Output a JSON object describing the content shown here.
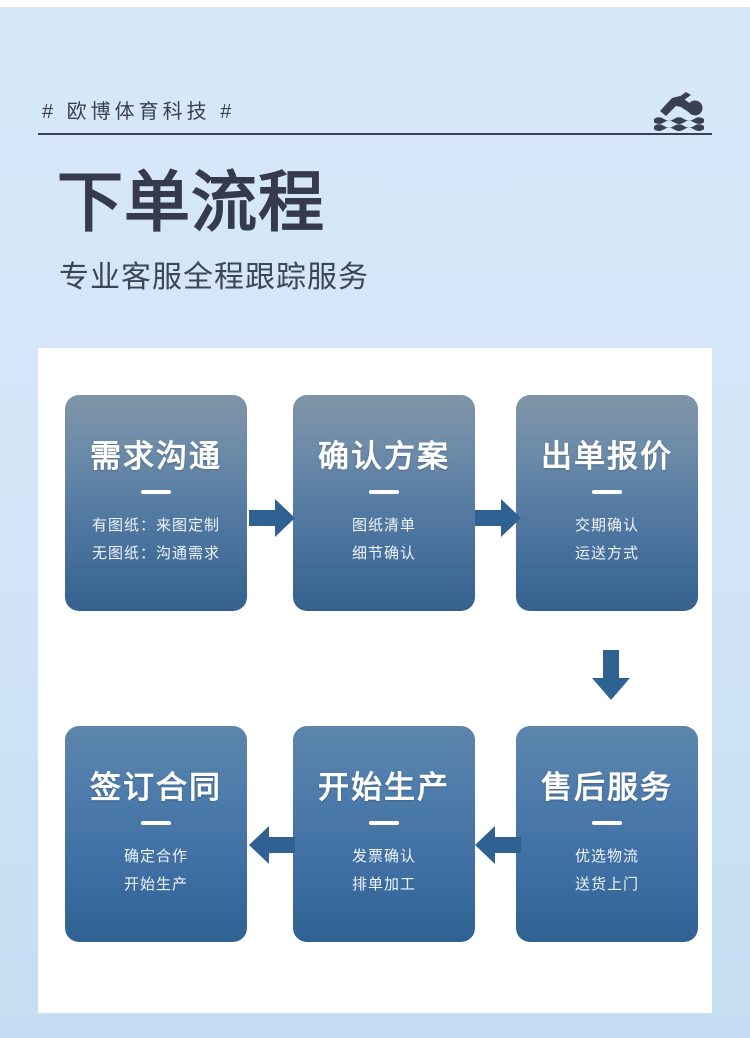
{
  "header": {
    "brand_tag": "# 欧博体育科技 #",
    "icon": "swimmer-icon"
  },
  "hero": {
    "title": "下单流程",
    "subtitle": "专业客服全程跟踪服务"
  },
  "colors": {
    "page_background": "#d2e5f6",
    "panel_background": "#ffffff",
    "title_text": "#353b4d",
    "accent_arrow": "#2f6293",
    "card_gradient_top": "#8195a9",
    "card_gradient_bottom": "#35618f"
  },
  "flow": {
    "steps": [
      {
        "id": "step-1",
        "title": "需求沟通",
        "lines": [
          "有图纸：来图定制",
          "无图纸：沟通需求"
        ]
      },
      {
        "id": "step-2",
        "title": "确认方案",
        "lines": [
          "图纸清单",
          "细节确认"
        ]
      },
      {
        "id": "step-3",
        "title": "出单报价",
        "lines": [
          "交期确认",
          "运送方式"
        ]
      },
      {
        "id": "step-4",
        "title": "签订合同",
        "lines": [
          "确定合作",
          "开始生产"
        ]
      },
      {
        "id": "step-5",
        "title": "开始生产",
        "lines": [
          "发票确认",
          "排单加工"
        ]
      },
      {
        "id": "step-6",
        "title": "售后服务",
        "lines": [
          "优选物流",
          "送货上门"
        ]
      }
    ],
    "connectors": [
      {
        "id": "connector-1",
        "direction": "right"
      },
      {
        "id": "connector-2",
        "direction": "right"
      },
      {
        "id": "connector-3",
        "direction": "down"
      },
      {
        "id": "connector-4",
        "direction": "left"
      },
      {
        "id": "connector-5",
        "direction": "left"
      }
    ]
  }
}
